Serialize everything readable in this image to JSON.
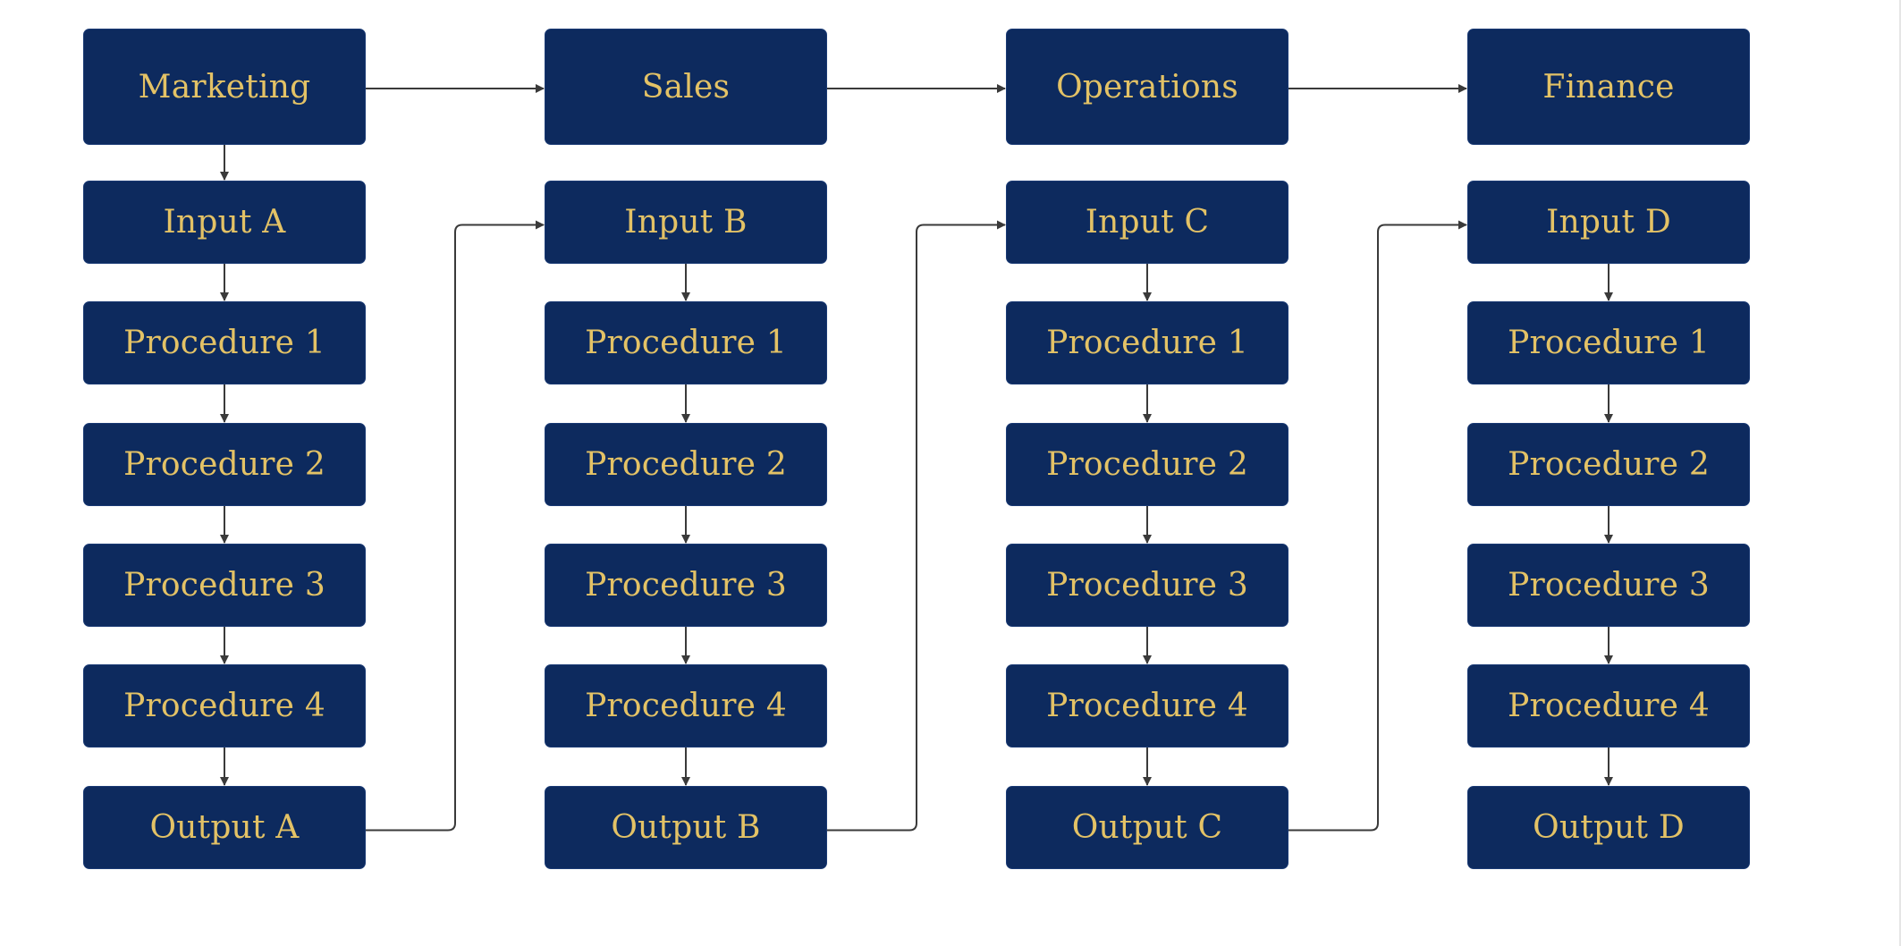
{
  "diagram": {
    "type": "process-flow",
    "colors": {
      "node_fill": "#0d2a5e",
      "node_text": "#e3c266",
      "connector": "#3a3a3a",
      "background": "#ffffff"
    },
    "columns": [
      {
        "id": "marketing",
        "header": "Marketing",
        "input": "Input A",
        "procedures": [
          "Procedure 1",
          "Procedure 2",
          "Procedure 3",
          "Procedure 4"
        ],
        "output": "Output A"
      },
      {
        "id": "sales",
        "header": "Sales",
        "input": "Input B",
        "procedures": [
          "Procedure 1",
          "Procedure 2",
          "Procedure 3",
          "Procedure 4"
        ],
        "output": "Output B"
      },
      {
        "id": "operations",
        "header": "Operations",
        "input": "Input C",
        "procedures": [
          "Procedure 1",
          "Procedure 2",
          "Procedure 3",
          "Procedure 4"
        ],
        "output": "Output C"
      },
      {
        "id": "finance",
        "header": "Finance",
        "input": "Input D",
        "procedures": [
          "Procedure 1",
          "Procedure 2",
          "Procedure 3",
          "Procedure 4"
        ],
        "output": "Output D"
      }
    ],
    "edges": [
      {
        "from": "marketing.header",
        "to": "sales.header"
      },
      {
        "from": "sales.header",
        "to": "operations.header"
      },
      {
        "from": "operations.header",
        "to": "finance.header"
      },
      {
        "from": "marketing.output",
        "to": "sales.input"
      },
      {
        "from": "sales.output",
        "to": "operations.input"
      },
      {
        "from": "operations.output",
        "to": "finance.input"
      }
    ]
  }
}
